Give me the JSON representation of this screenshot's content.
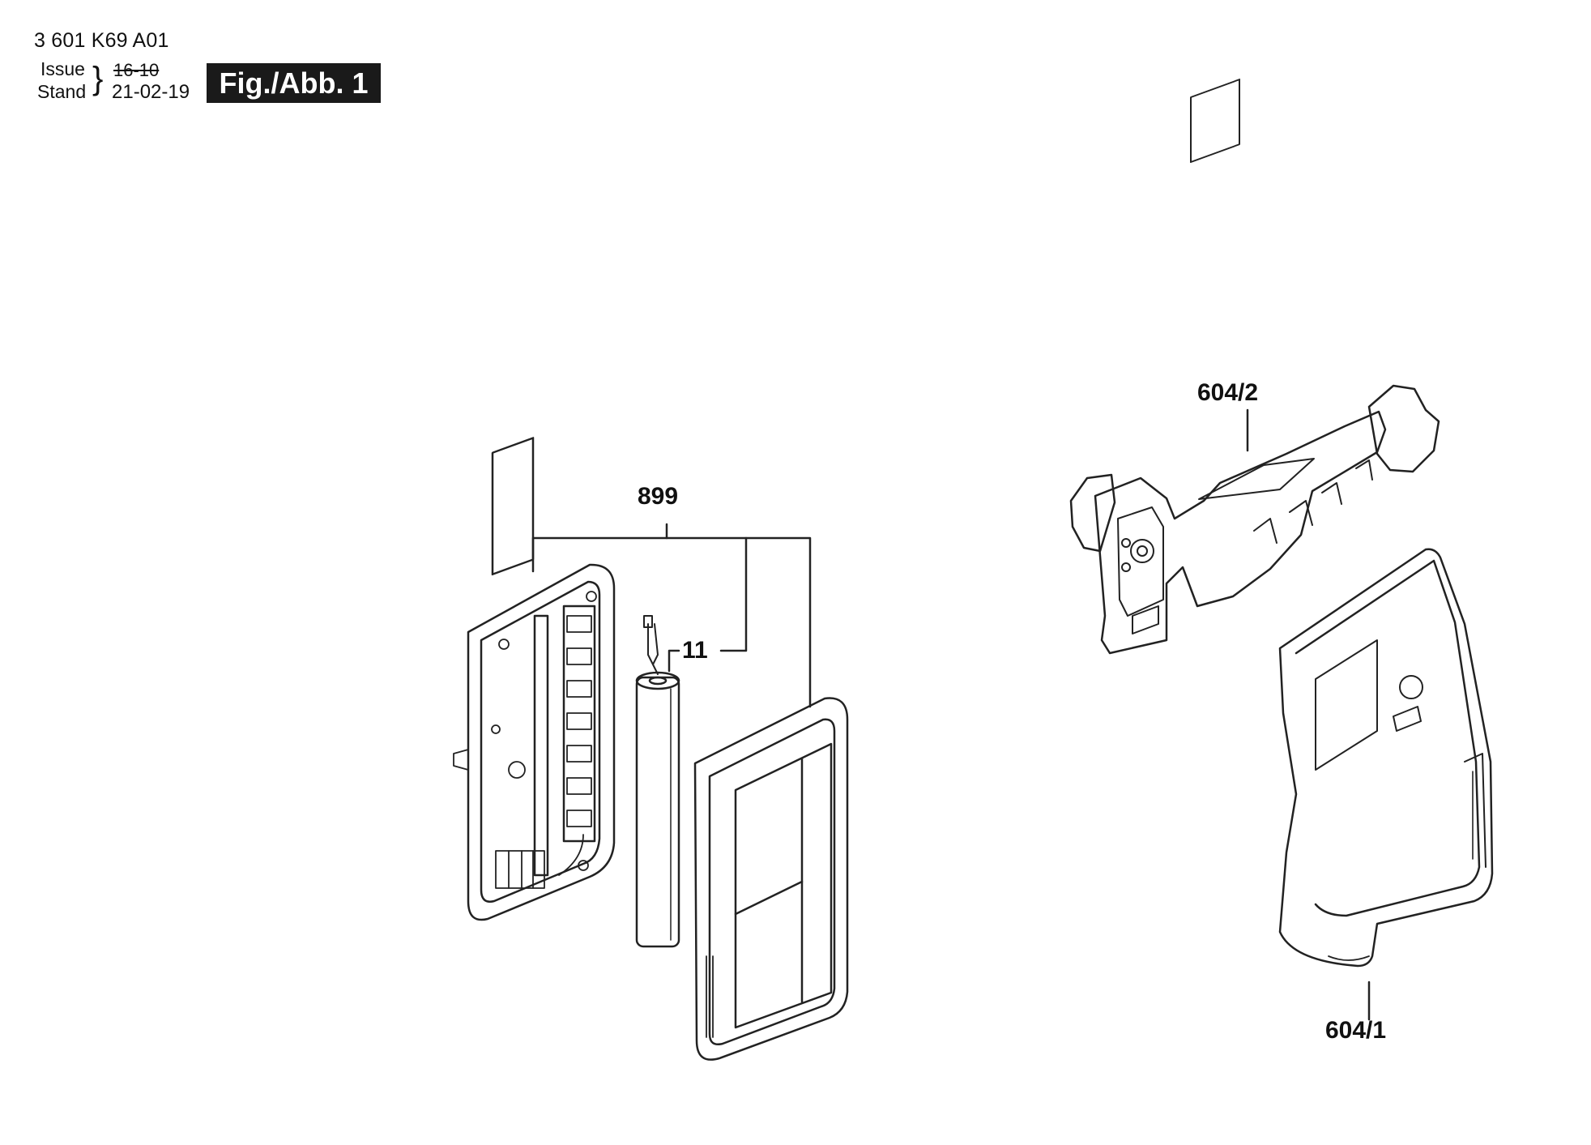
{
  "header": {
    "part_number": "3 601 K69 A01",
    "issue_label": "Issue",
    "stand_label": "Stand",
    "issue_value": "16-10",
    "stand_value": "21-02-19",
    "figure_label": "Fig./Abb. 1"
  },
  "callouts": {
    "kit": "899",
    "battery": "11",
    "clamp": "604/2",
    "holder": "604/1"
  }
}
